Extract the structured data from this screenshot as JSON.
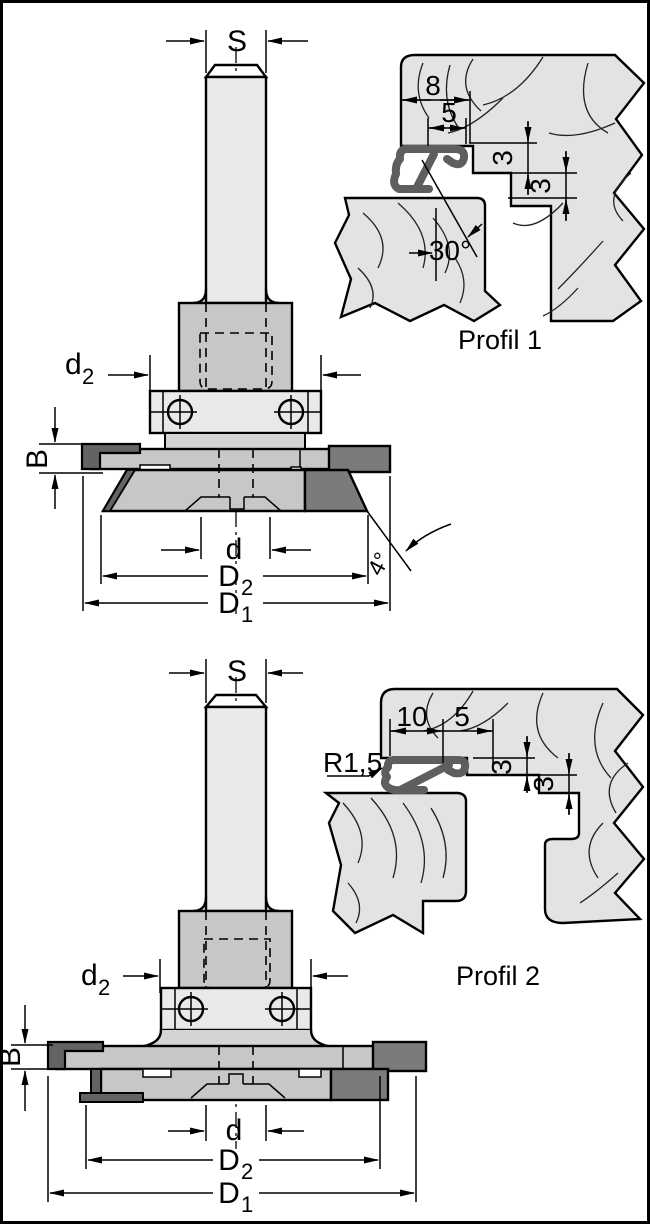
{
  "drawing": {
    "cutter1": {
      "labels": {
        "shank_diameter": "S",
        "hub_diameter": "d",
        "hub_diameter_sub": "2",
        "cut_width": "B",
        "bore_diameter": "d",
        "cutting_circle": "D",
        "cutting_circle_sub": "2",
        "outer_diameter": "D",
        "outer_diameter_sub": "1",
        "bevel_angle": "4°"
      }
    },
    "profil1": {
      "caption": "Profil 1",
      "dims": {
        "groove_outer_width": "8",
        "groove_inner_width": "5",
        "upper_depth": "3",
        "lower_depth": "3",
        "flank_angle": "30°"
      }
    },
    "cutter2": {
      "labels": {
        "shank_diameter": "S",
        "hub_diameter": "d",
        "hub_diameter_sub": "2",
        "cut_width": "B",
        "bore_diameter": "d",
        "cutting_circle": "D",
        "cutting_circle_sub": "2",
        "outer_diameter": "D",
        "outer_diameter_sub": "1"
      }
    },
    "profil2": {
      "caption": "Profil 2",
      "dims": {
        "groove_outer_width": "10",
        "groove_inner_width": "5",
        "upper_depth": "3",
        "lower_depth": "3",
        "corner_radius": "R1,5"
      }
    }
  }
}
